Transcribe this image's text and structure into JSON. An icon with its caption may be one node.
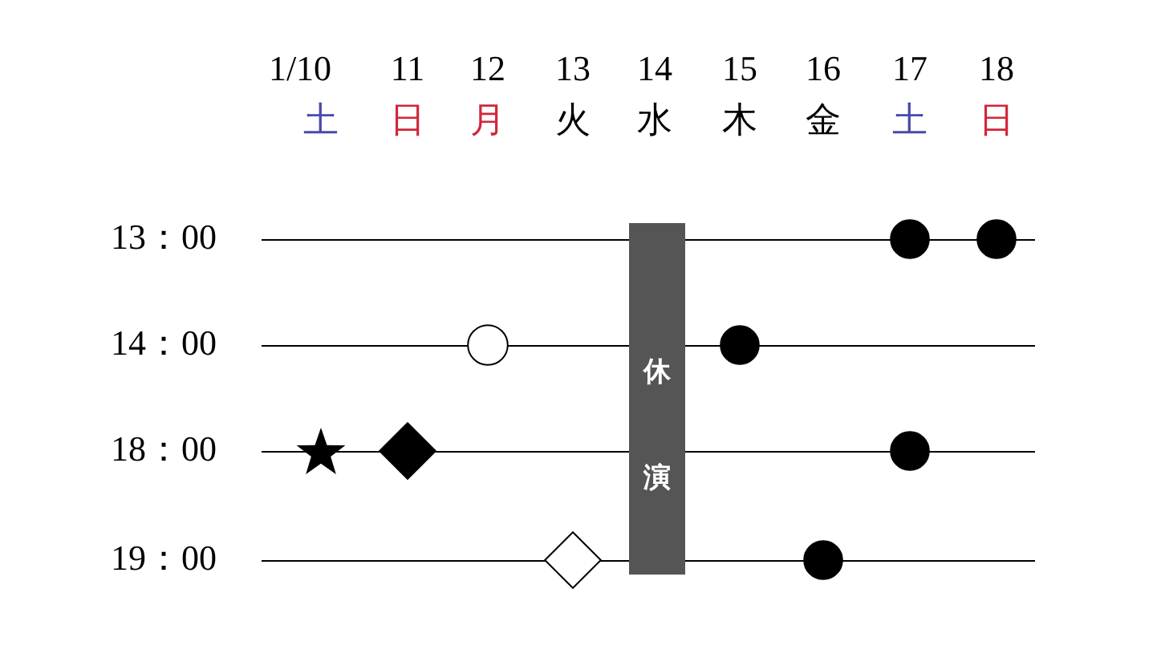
{
  "diagram": {
    "nodes": [
      {
        "text": [
          "休演"
        ]
      },
      {
        "text": [],
        "shape": "circle"
      },
      {
        "text": [],
        "shape": "circle"
      },
      {
        "text": [],
        "shape": "circle"
      },
      {
        "text": [],
        "shape": "circle"
      },
      {
        "text": [],
        "shape": "star"
      },
      {
        "text": [],
        "shape": "diamond"
      },
      {
        "text": [],
        "shape": "circle"
      },
      {
        "text": [],
        "shape": "diamond"
      },
      {
        "text": [],
        "shape": "circle"
      }
    ],
    "labels": [
      "1/10",
      "11",
      "12",
      "13",
      "14",
      "15",
      "16",
      "17",
      "18",
      "土",
      "日",
      "月",
      "火",
      "水",
      "木",
      "金",
      "土",
      "日",
      "13：00",
      "14：00",
      "18：00",
      "19：00"
    ]
  }
}
